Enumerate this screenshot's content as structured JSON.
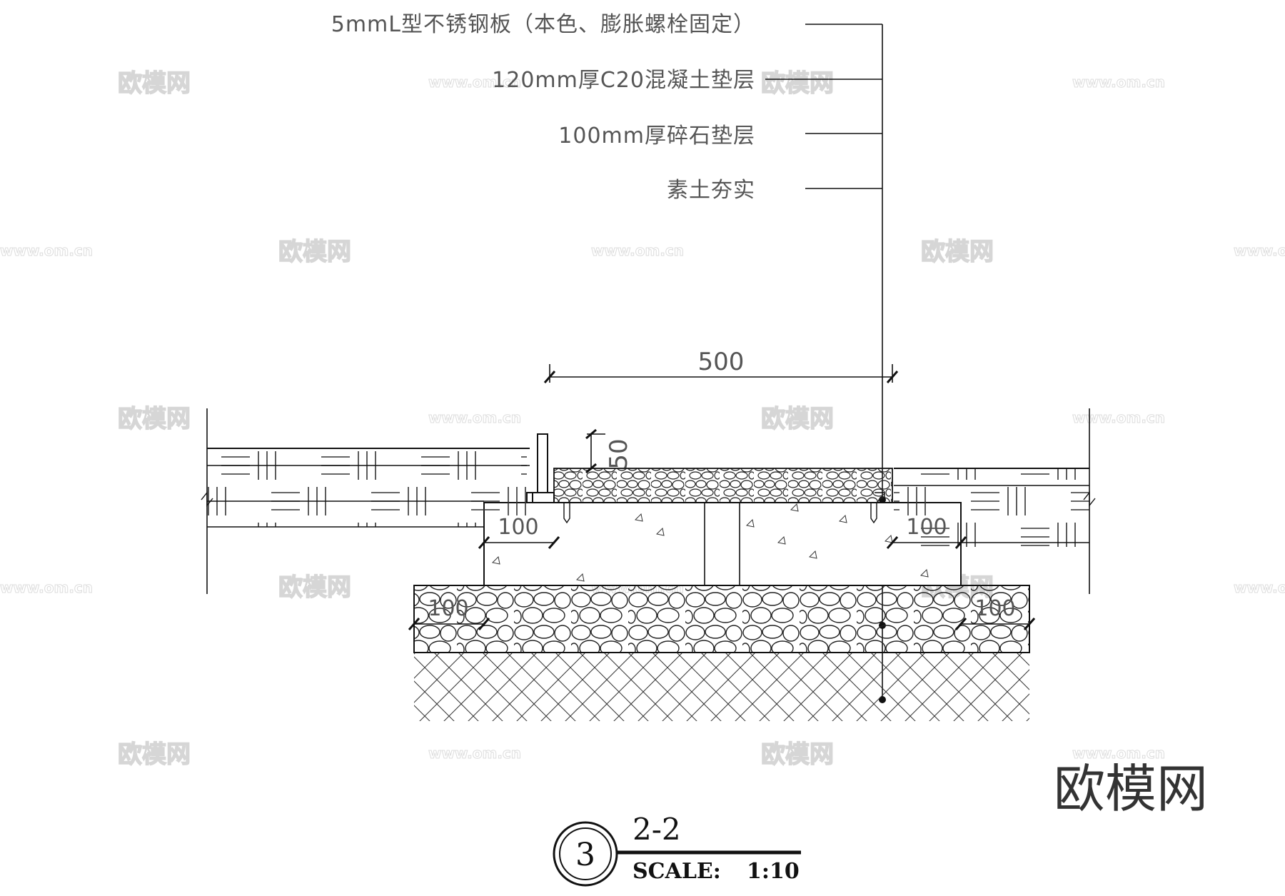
{
  "labels": {
    "layer_1": "5mmL型不锈钢板（本色、膨胀螺栓固定）",
    "layer_2": "120mm厚C20混凝土垫层",
    "layer_3": "100mm厚碎石垫层",
    "layer_4": "素土夯实"
  },
  "dimensions": {
    "width_top": "500",
    "height_plate": "50",
    "offset_left_concrete": "100",
    "offset_right_concrete": "100",
    "offset_left_gravel": "100",
    "offset_right_gravel": "100"
  },
  "title_block": {
    "number": "3",
    "section": "2-2",
    "scale_label": "SCALE:",
    "scale_value": "1:10"
  },
  "watermarks": {
    "brand": "欧模网",
    "small_text": "欧模网",
    "url": "www.om.cn"
  },
  "colors": {
    "line": "#111111",
    "text": "#555555",
    "watermark": "#d6d6d6"
  }
}
